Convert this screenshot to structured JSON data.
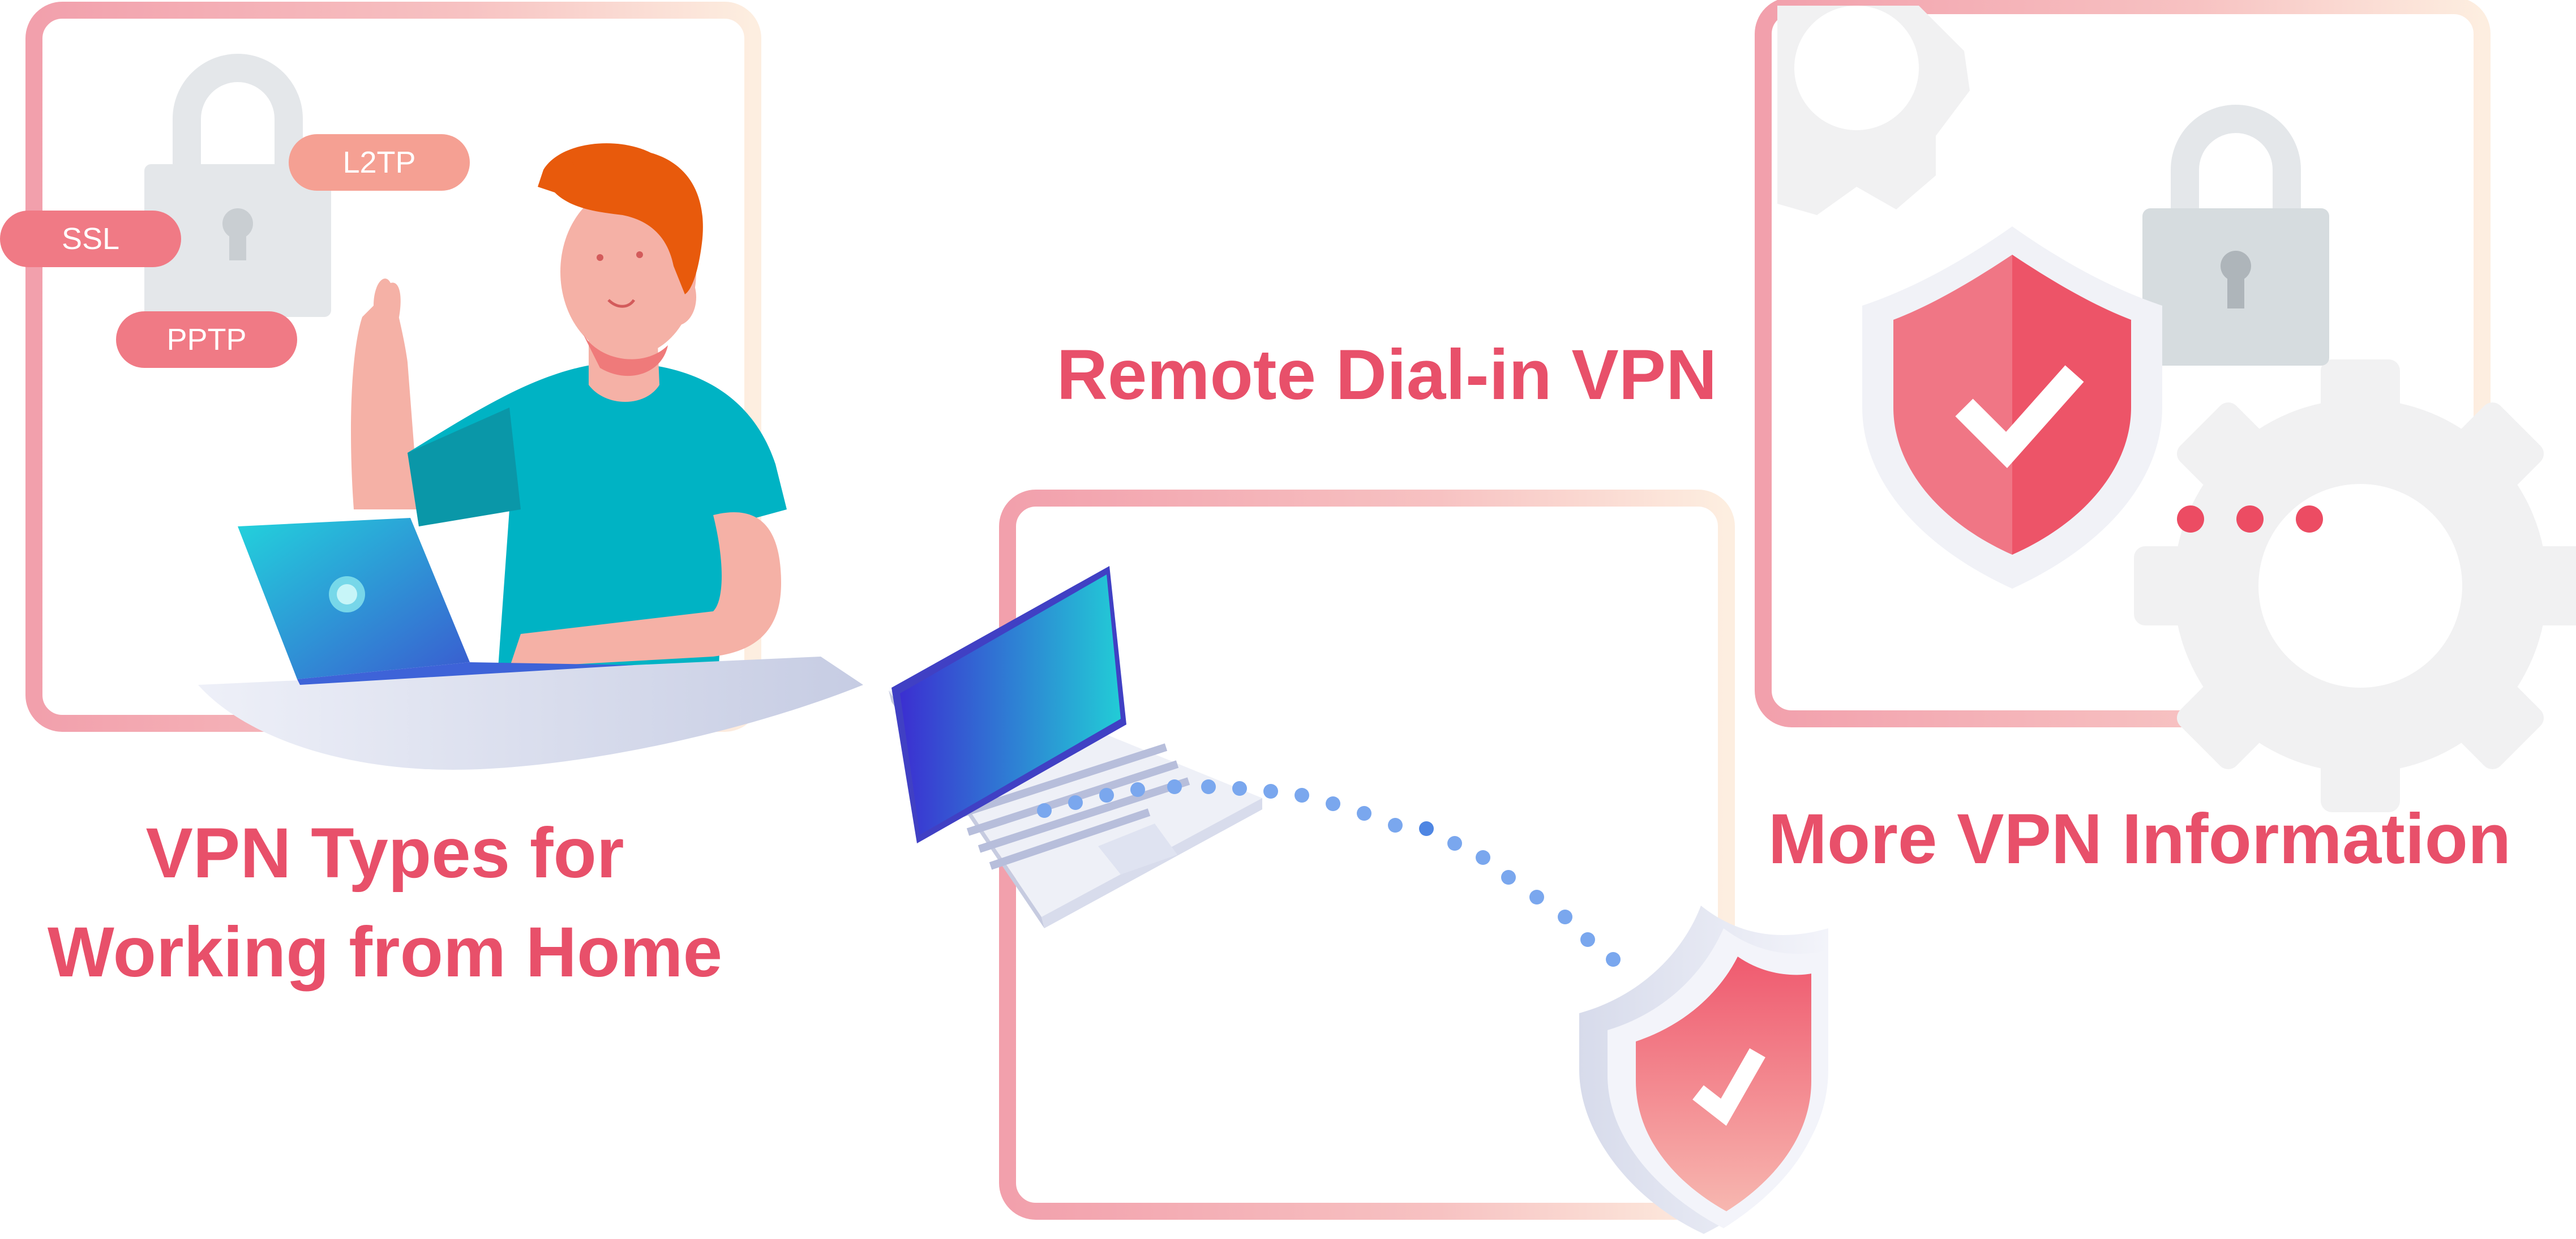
{
  "sections": {
    "vpn_types": {
      "title_line1": "VPN Types for",
      "title_line2": "Working from Home"
    },
    "remote": {
      "title": "Remote Dial-in VPN"
    },
    "more": {
      "title": "More VPN Information"
    }
  },
  "protocol_tags": {
    "ssl": "SSL",
    "l2tp": "L2TP",
    "pptp": "PPTP"
  },
  "colors": {
    "accent": "#e8506a",
    "teal": "#00b3c4",
    "frame_pink": "#f3a5b0",
    "lock_gray": "#d6dcdf",
    "gear_gray": "#f1f1f2"
  },
  "icons": [
    "lock-icon",
    "shield-check-icon",
    "gear-icon",
    "laptop-icon",
    "ellipsis-icon"
  ]
}
